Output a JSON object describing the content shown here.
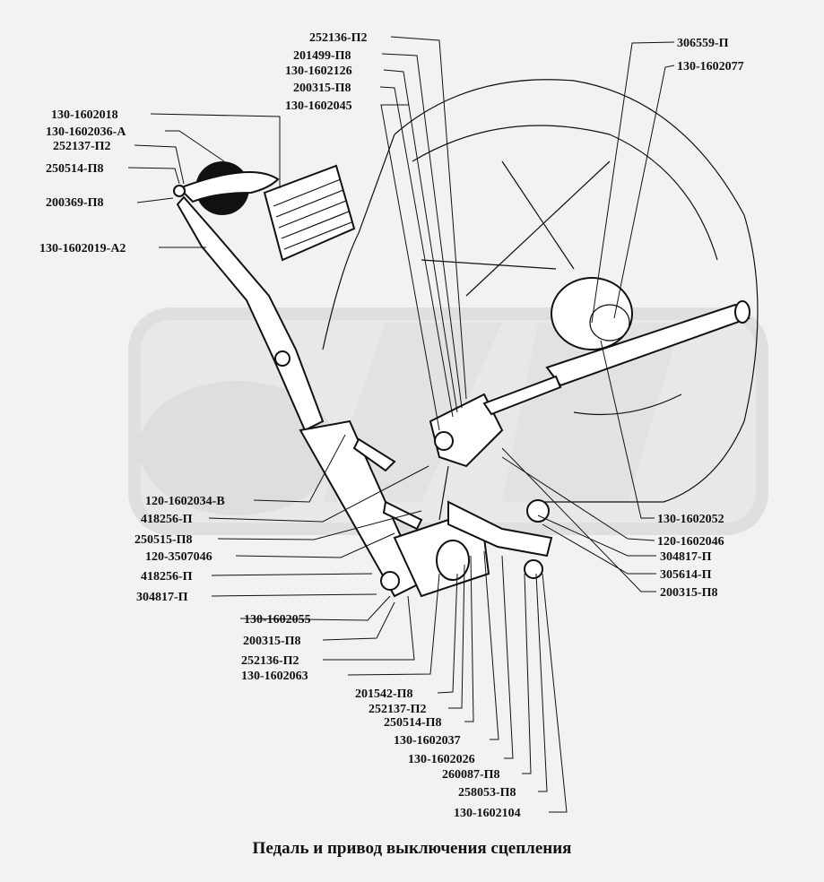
{
  "caption": "Педаль и привод выключения сцепления",
  "labels": {
    "l01": "252136-П2",
    "l02": "201499-П8",
    "l03": "130-1602126",
    "l04": "200315-П8",
    "l05": "130-1602045",
    "l06": "306559-П",
    "l07": "130-1602077",
    "l08": "130-1602018",
    "l09": "130-1602036-А",
    "l10": "252137-П2",
    "l11": "250514-П8",
    "l12": "200369-П8",
    "l13": "130-1602019-А2",
    "l14": "120-1602034-В",
    "l15": "418256-П",
    "l16": "250515-П8",
    "l17": "120-3507046",
    "l18": "418256-П",
    "l19": "304817-П",
    "l20": "130-1602055",
    "l21": "200315-П8",
    "l22": "252136-П2",
    "l23": "130-1602063",
    "l24": "201542-П8",
    "l25": "252137-П2",
    "l26": "250514-П8",
    "l27": "130-1602037",
    "l28": "130-1602026",
    "l29": "260087-П8",
    "l30": "258053-П8",
    "l31": "130-1602104",
    "l32": "130-1602052",
    "l33": "120-1602046",
    "l34": "304817-П",
    "l35": "305614-П",
    "l36": "200315-П8"
  }
}
